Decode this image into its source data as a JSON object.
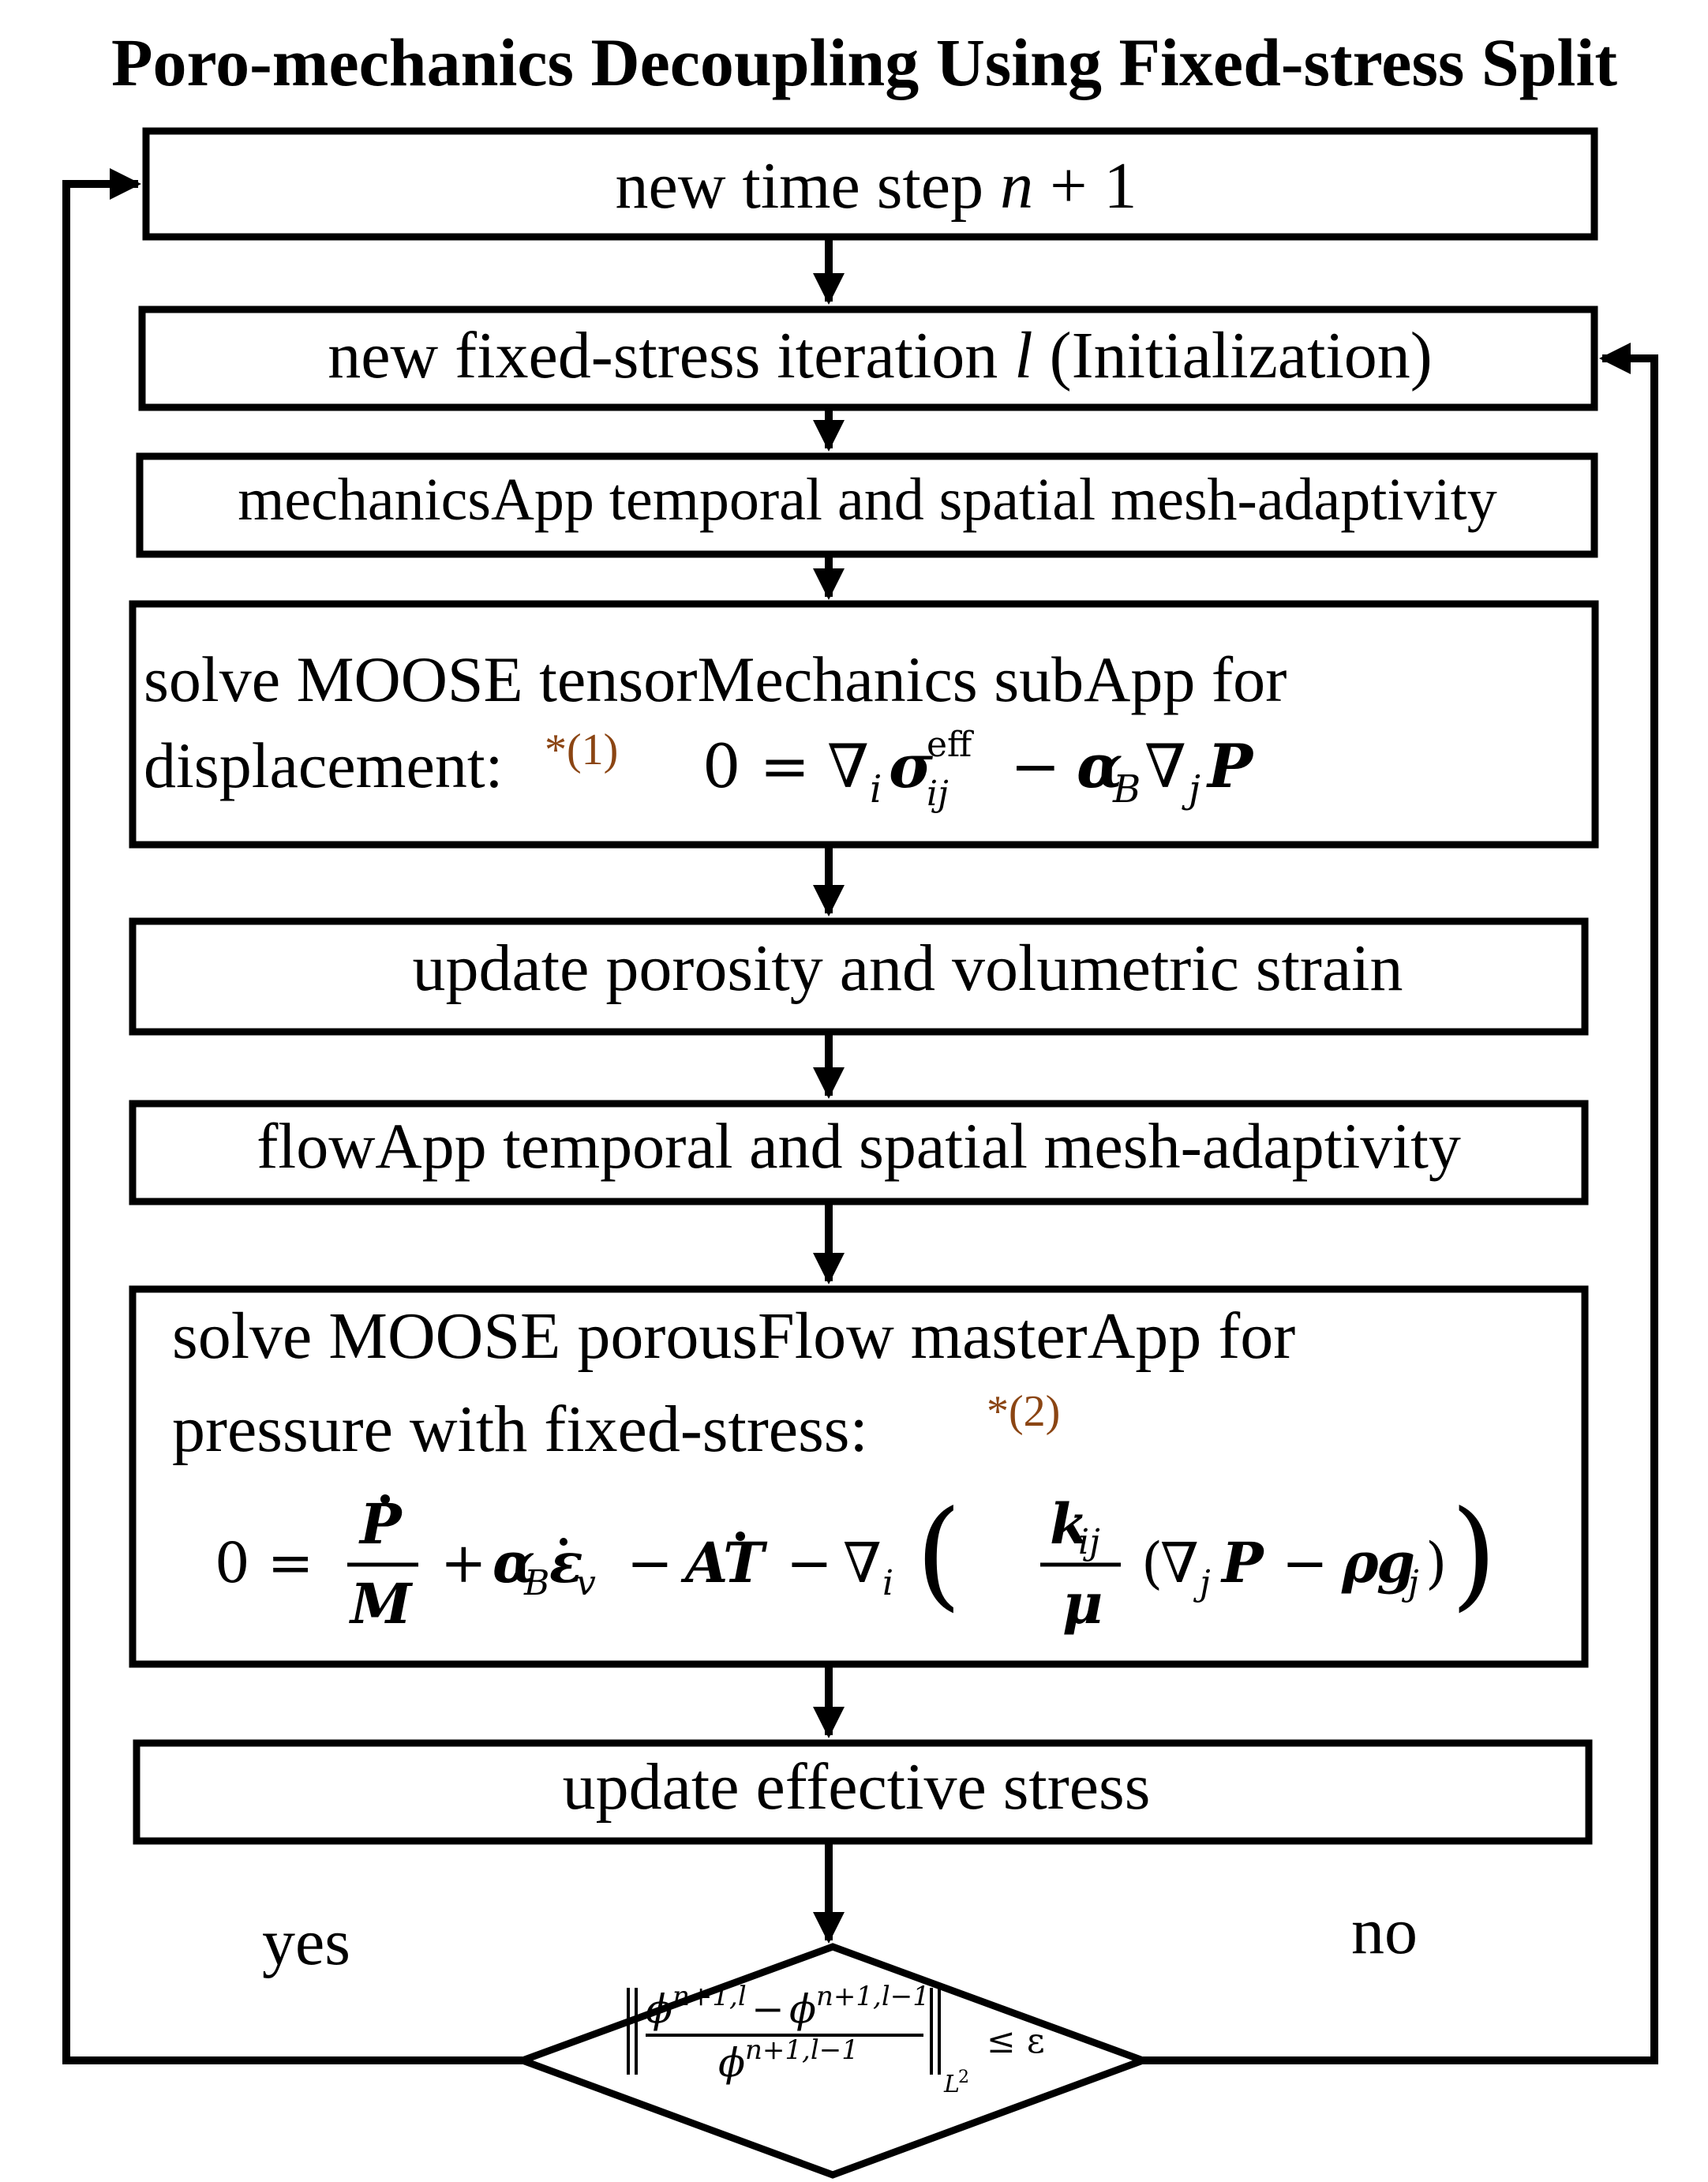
{
  "title": "Poro-mechanics Decoupling Using Fixed-stress Split",
  "colors": {
    "ink": "#000000",
    "note": "#8B4513",
    "background": "#ffffff"
  },
  "nodes": {
    "time_step": {
      "text": "new time step ",
      "var": "n",
      "suffix": " + 1"
    },
    "fixed_stress_iter": {
      "text": "new fixed-stress iteration ",
      "var": "l",
      "suffix": " (Initialization)"
    },
    "mechanics_adapt": {
      "text": "mechanicsApp temporal and spatial mesh-adaptivity"
    },
    "solve_mechanics": {
      "line1": "solve MOOSE tensorMechanics subApp for",
      "line2": "displacement:",
      "note": "*(1)"
    },
    "update_porosity": {
      "text": "update porosity and volumetric strain"
    },
    "flow_adapt": {
      "text": "flowApp temporal and spatial mesh-adaptivity"
    },
    "solve_flow": {
      "line1": "solve MOOSE porousFlow masterApp for",
      "line2": "pressure with fixed-stress:",
      "note": "*(2)"
    },
    "update_stress": {
      "text": "update effective stress"
    }
  },
  "branches": {
    "yes": "yes",
    "no": "no"
  }
}
